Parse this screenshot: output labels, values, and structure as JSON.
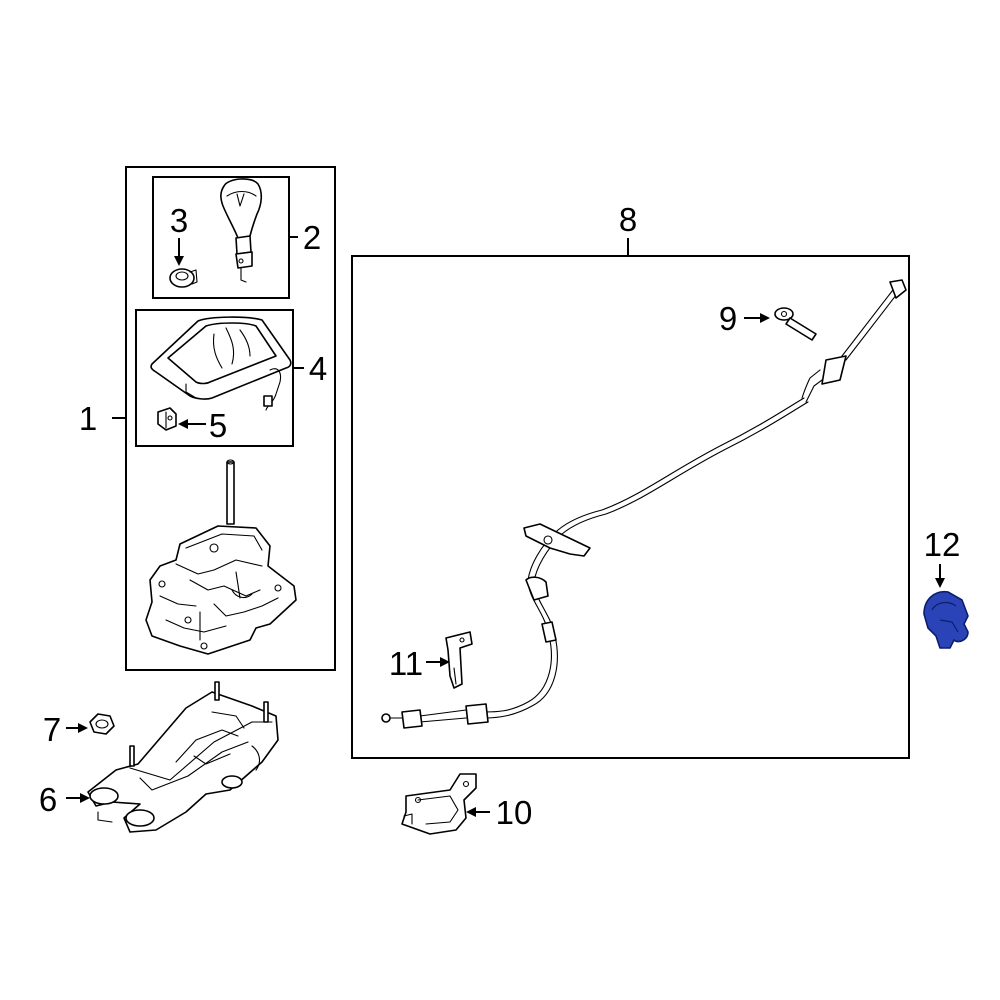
{
  "diagram": {
    "callouts": {
      "c1": "1",
      "c2": "2",
      "c3": "3",
      "c4": "4",
      "c5": "5",
      "c6": "6",
      "c7": "7",
      "c8": "8",
      "c9": "9",
      "c10": "10",
      "c11": "11",
      "c12": "12"
    },
    "colors": {
      "line": "#000000",
      "highlight_fill": "#2a44b8",
      "highlight_stroke": "#0c1d6e",
      "background": "#ffffff"
    },
    "highlighted_part": "12"
  }
}
